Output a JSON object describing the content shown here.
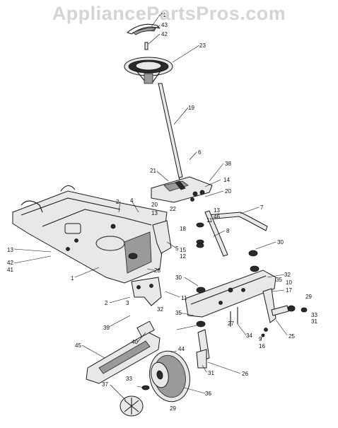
{
  "watermark": "AppliancePartsPros.com",
  "callouts": [
    {
      "id": "c41a",
      "label": "41"
    },
    {
      "id": "c43",
      "label": "43"
    },
    {
      "id": "c42a",
      "label": "42"
    },
    {
      "id": "c23",
      "label": "23"
    },
    {
      "id": "c19",
      "label": "19"
    },
    {
      "id": "c6",
      "label": "6"
    },
    {
      "id": "c38",
      "label": "38"
    },
    {
      "id": "c21",
      "label": "21"
    },
    {
      "id": "c14",
      "label": "14"
    },
    {
      "id": "c20a",
      "label": "20"
    },
    {
      "id": "c7",
      "label": "7"
    },
    {
      "id": "c2a",
      "label": "2"
    },
    {
      "id": "c4",
      "label": "4"
    },
    {
      "id": "c20b",
      "label": "20"
    },
    {
      "id": "c13a",
      "label": "13"
    },
    {
      "id": "c22",
      "label": "22"
    },
    {
      "id": "c13b",
      "label": "13"
    },
    {
      "id": "c46",
      "label": "46"
    },
    {
      "id": "c11a",
      "label": "11"
    },
    {
      "id": "c18",
      "label": "18"
    },
    {
      "id": "c8",
      "label": "8"
    },
    {
      "id": "c5",
      "label": "5"
    },
    {
      "id": "c15",
      "label": "15"
    },
    {
      "id": "c12",
      "label": "12"
    },
    {
      "id": "c13c",
      "label": "13"
    },
    {
      "id": "c42b",
      "label": "42"
    },
    {
      "id": "c41b",
      "label": "41"
    },
    {
      "id": "c1",
      "label": "1"
    },
    {
      "id": "c28",
      "label": "28"
    },
    {
      "id": "c30a",
      "label": "30"
    },
    {
      "id": "c30b",
      "label": "30"
    },
    {
      "id": "c2b",
      "label": "2"
    },
    {
      "id": "c3",
      "label": "3"
    },
    {
      "id": "c11b",
      "label": "11"
    },
    {
      "id": "c32a",
      "label": "32"
    },
    {
      "id": "c35a",
      "label": "35"
    },
    {
      "id": "c32b",
      "label": "32"
    },
    {
      "id": "c35b",
      "label": "35"
    },
    {
      "id": "c10",
      "label": "10"
    },
    {
      "id": "c17",
      "label": "17"
    },
    {
      "id": "c29a",
      "label": "29"
    },
    {
      "id": "c33a",
      "label": "33"
    },
    {
      "id": "c31a",
      "label": "31"
    },
    {
      "id": "c39",
      "label": "39"
    },
    {
      "id": "c27",
      "label": "27"
    },
    {
      "id": "c34",
      "label": "34"
    },
    {
      "id": "c9",
      "label": "9"
    },
    {
      "id": "c16",
      "label": "16"
    },
    {
      "id": "c25",
      "label": "25"
    },
    {
      "id": "c40",
      "label": "40"
    },
    {
      "id": "c45",
      "label": "45"
    },
    {
      "id": "c44",
      "label": "44"
    },
    {
      "id": "c31b",
      "label": "31"
    },
    {
      "id": "c26",
      "label": "26"
    },
    {
      "id": "c33b",
      "label": "33"
    },
    {
      "id": "c37",
      "label": "37"
    },
    {
      "id": "c36",
      "label": "36"
    },
    {
      "id": "c29b",
      "label": "29"
    }
  ]
}
